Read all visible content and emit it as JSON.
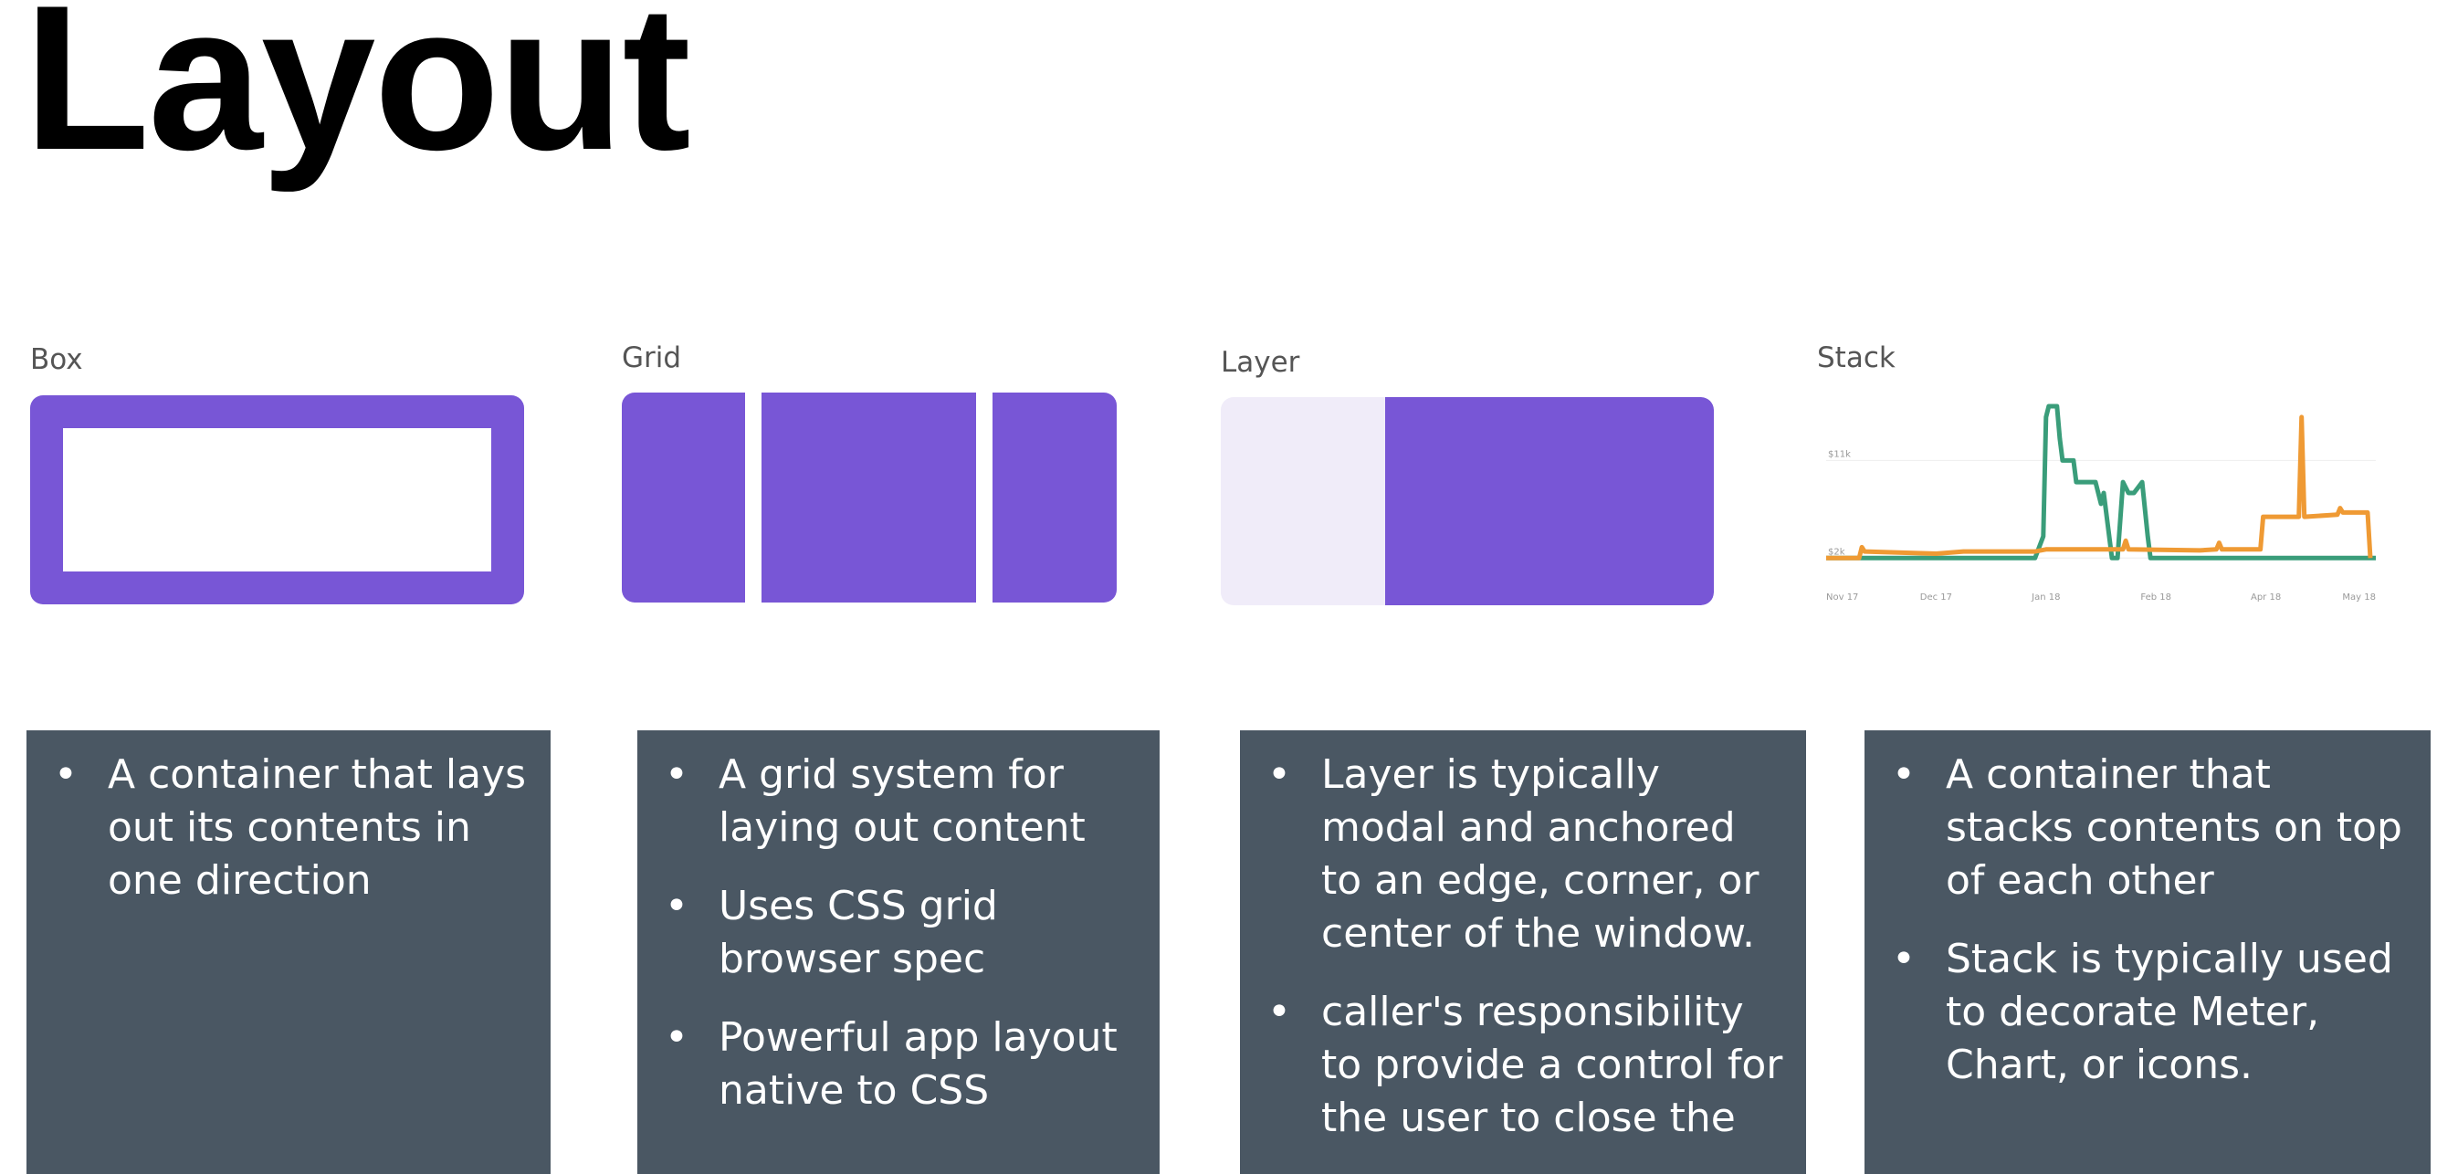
{
  "slide": {
    "title": "Layout"
  },
  "panels": [
    {
      "label": "Box"
    },
    {
      "label": "Grid"
    },
    {
      "label": "Layer"
    },
    {
      "label": "Stack"
    }
  ],
  "colors": {
    "purple": "#7856d6",
    "light_purple": "#f0ecf9",
    "card_background": "#4a5763",
    "series_green": "#3a9d7a",
    "series_orange": "#ef9a34"
  },
  "chart_data": {
    "type": "line",
    "x_ticks": [
      "Nov 17",
      "Dec 17",
      "Jan 18",
      "Feb 18",
      "Apr 18",
      "May 18"
    ],
    "y_ticks": [
      "$11k",
      "$2k"
    ],
    "series": [
      {
        "color": "#3a9d7a",
        "points": [
          [
            0,
            2
          ],
          [
            0.38,
            2
          ],
          [
            0.395,
            4
          ],
          [
            0.4,
            15
          ],
          [
            0.405,
            16
          ],
          [
            0.42,
            16
          ],
          [
            0.425,
            13
          ],
          [
            0.43,
            11
          ],
          [
            0.45,
            11
          ],
          [
            0.455,
            9
          ],
          [
            0.49,
            9
          ],
          [
            0.5,
            7
          ],
          [
            0.505,
            8
          ],
          [
            0.52,
            2
          ],
          [
            0.53,
            2
          ],
          [
            0.54,
            9
          ],
          [
            0.55,
            8
          ],
          [
            0.56,
            8
          ],
          [
            0.575,
            9
          ],
          [
            0.585,
            4
          ],
          [
            0.59,
            2
          ],
          [
            1,
            2
          ]
        ]
      },
      {
        "color": "#ef9a34",
        "points": [
          [
            0,
            2
          ],
          [
            0.06,
            2
          ],
          [
            0.065,
            3
          ],
          [
            0.07,
            2.6
          ],
          [
            0.2,
            2.4
          ],
          [
            0.25,
            2.6
          ],
          [
            0.38,
            2.6
          ],
          [
            0.4,
            2.8
          ],
          [
            0.54,
            2.8
          ],
          [
            0.545,
            3.6
          ],
          [
            0.55,
            2.8
          ],
          [
            0.68,
            2.7
          ],
          [
            0.71,
            2.8
          ],
          [
            0.715,
            3.4
          ],
          [
            0.72,
            2.8
          ],
          [
            0.79,
            2.8
          ],
          [
            0.795,
            5.8
          ],
          [
            0.86,
            5.8
          ],
          [
            0.865,
            15
          ],
          [
            0.87,
            5.8
          ],
          [
            0.93,
            6
          ],
          [
            0.935,
            6.6
          ],
          [
            0.94,
            6.2
          ],
          [
            0.985,
            6.2
          ],
          [
            0.99,
            2
          ]
        ]
      }
    ]
  },
  "cards": [
    {
      "bullets": [
        "A container that lays out its contents in one direction"
      ]
    },
    {
      "bullets": [
        "A grid system for laying out content",
        "Uses CSS grid browser spec",
        "Powerful app layout native to CSS"
      ]
    },
    {
      "bullets": [
        "Layer is typically modal and anchored to an edge, corner, or center of the window.",
        "caller's responsibility to provide a control for the user to close the"
      ]
    },
    {
      "bullets": [
        "A container that stacks contents on top of each other",
        "Stack is typically used to decorate Meter, Chart, or icons."
      ]
    }
  ]
}
